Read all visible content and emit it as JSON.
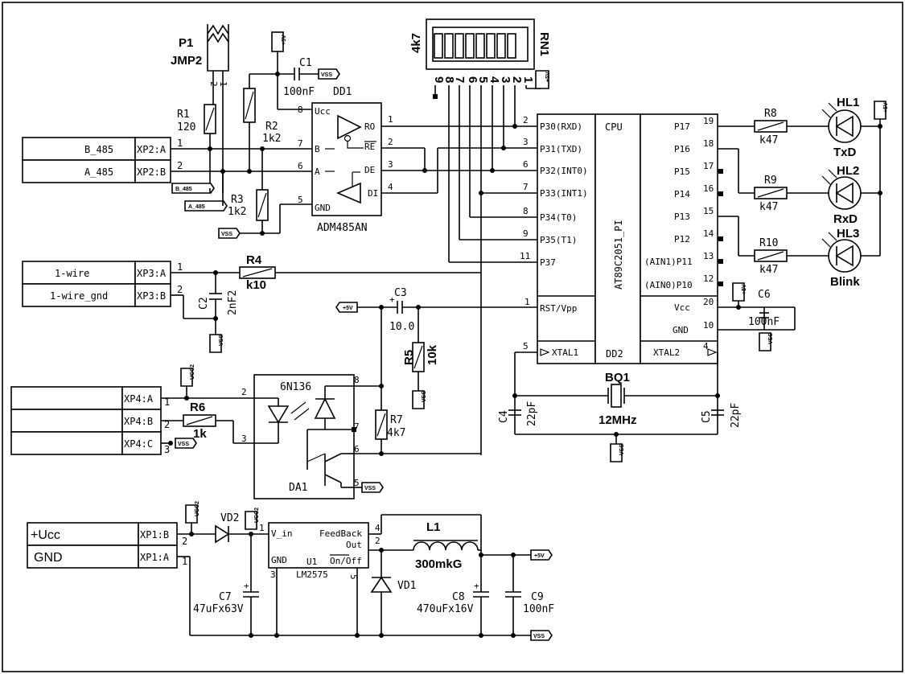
{
  "connectors": {
    "xp2": {
      "a_label": "B_485",
      "b_label": "A_485",
      "pin_a": "XP2:A",
      "pin_b": "XP2:B",
      "n1": "1",
      "n2": "2"
    },
    "xp3": {
      "a_label": "1-wire",
      "b_label": "1-wire_gnd",
      "pin_a": "XP3:A",
      "pin_b": "XP3:B",
      "n1": "1",
      "n2": "2"
    },
    "xp4": {
      "pin_a": "XP4:A",
      "pin_b": "XP4:B",
      "pin_c": "XP4:C",
      "n1": "1",
      "n2": "2",
      "n3": "3"
    },
    "xp1": {
      "a_label": "+Ucc",
      "b_label": "GND",
      "pin_b": "XP1:B",
      "pin_a": "XP1:A",
      "n2": "2",
      "n1": "1"
    }
  },
  "jumper": {
    "ref": "P1",
    "name": "JMP2",
    "pin2": "2",
    "pin1": "1"
  },
  "rn1": {
    "ref": "RN1",
    "value": "4k7",
    "pins": [
      "9",
      "8",
      "7",
      "6",
      "5",
      "4",
      "3",
      "2",
      "1"
    ]
  },
  "dd1": {
    "ref": "DD1",
    "name": "ADM485AN",
    "ucc": "Ucc",
    "gnd": "GND",
    "b": "B",
    "a": "A",
    "ro": "RO",
    "re": "RE",
    "de": "DE",
    "di": "DI",
    "p8": "8",
    "p7": "7",
    "p6": "6",
    "p5": "5",
    "p1": "1",
    "p2": "2",
    "p3": "3",
    "p4": "4"
  },
  "dd2": {
    "ref": "DD2",
    "name": "AT89C2051_PI",
    "cpu": "CPU",
    "left_pins": [
      {
        "num": "2",
        "name": "P30(RXD)"
      },
      {
        "num": "3",
        "name": "P31(TXD)"
      },
      {
        "num": "6",
        "name": "P32(INT0)"
      },
      {
        "num": "7",
        "name": "P33(INT1)"
      },
      {
        "num": "8",
        "name": "P34(T0)"
      },
      {
        "num": "9",
        "name": "P35(T1)"
      },
      {
        "num": "11",
        "name": "P37"
      },
      {
        "num": "1",
        "name": "RST/Vpp"
      },
      {
        "num": "5",
        "name": "XTAL1"
      }
    ],
    "right_pins": [
      {
        "num": "19",
        "name": "P17"
      },
      {
        "num": "18",
        "name": "P16"
      },
      {
        "num": "17",
        "name": "P15"
      },
      {
        "num": "16",
        "name": "P14"
      },
      {
        "num": "15",
        "name": "P13"
      },
      {
        "num": "14",
        "name": "P12"
      },
      {
        "num": "13",
        "name": "(AIN1)P11"
      },
      {
        "num": "12",
        "name": "(AIN0)P10"
      },
      {
        "num": "20",
        "name": "Vcc"
      },
      {
        "num": "10",
        "name": "GND"
      },
      {
        "num": "4",
        "name": "XTAL2"
      }
    ]
  },
  "resistors": {
    "r1": {
      "ref": "R1",
      "value": "120"
    },
    "r2": {
      "ref": "R2",
      "value": "1k2"
    },
    "r3": {
      "ref": "R3",
      "value": "1k2"
    },
    "r4": {
      "ref": "R4",
      "value": "k10"
    },
    "r5": {
      "ref": "R5",
      "value": "10k"
    },
    "r6": {
      "ref": "R6",
      "value": "1k"
    },
    "r7": {
      "ref": "R7",
      "value": "4k7"
    },
    "r8": {
      "ref": "R8",
      "value": "k47"
    },
    "r9": {
      "ref": "R9",
      "value": "k47"
    },
    "r10": {
      "ref": "R10",
      "value": "k47"
    }
  },
  "capacitors": {
    "c1": {
      "ref": "C1",
      "value": "100nF"
    },
    "c2": {
      "ref": "C2",
      "value": "2nF2"
    },
    "c3": {
      "ref": "C3",
      "value": "10.0"
    },
    "c4": {
      "ref": "C4",
      "value": "22pF"
    },
    "c5": {
      "ref": "C5",
      "value": "22pF"
    },
    "c6": {
      "ref": "C6",
      "value": "100nF"
    },
    "c7": {
      "ref": "C7",
      "value": "47uFx63V"
    },
    "c8": {
      "ref": "C8",
      "value": "470uFx16V"
    },
    "c9": {
      "ref": "C9",
      "value": "100nF"
    }
  },
  "leds": {
    "hl1": {
      "ref": "HL1",
      "label": "TxD"
    },
    "hl2": {
      "ref": "HL2",
      "label": "RxD"
    },
    "hl3": {
      "ref": "HL3",
      "label": "Blink"
    }
  },
  "crystal": {
    "ref": "BQ1",
    "value": "12MHz"
  },
  "opto": {
    "ref": "DA1",
    "name": "6N136",
    "p2": "2",
    "p3": "3",
    "p8": "8",
    "p7": "7",
    "p6": "6",
    "p5": "5"
  },
  "regulator": {
    "ref": "U1",
    "name": "LM2575",
    "vin": "V_in",
    "gnd": "GND",
    "feedback": "FeedBack",
    "out": "Out",
    "onoff": "On/Off",
    "p1": "1",
    "p3": "3",
    "p4": "4",
    "p2": "2",
    "p5": "5"
  },
  "inductor": {
    "ref": "L1",
    "value": "300mkG"
  },
  "diodes": {
    "vd1": "VD1",
    "vd2": "VD2"
  },
  "nets": {
    "p5v": "+5V",
    "vss": "VSS",
    "ucc2": "UCC2",
    "b485": "B_485",
    "a485": "A_485"
  }
}
